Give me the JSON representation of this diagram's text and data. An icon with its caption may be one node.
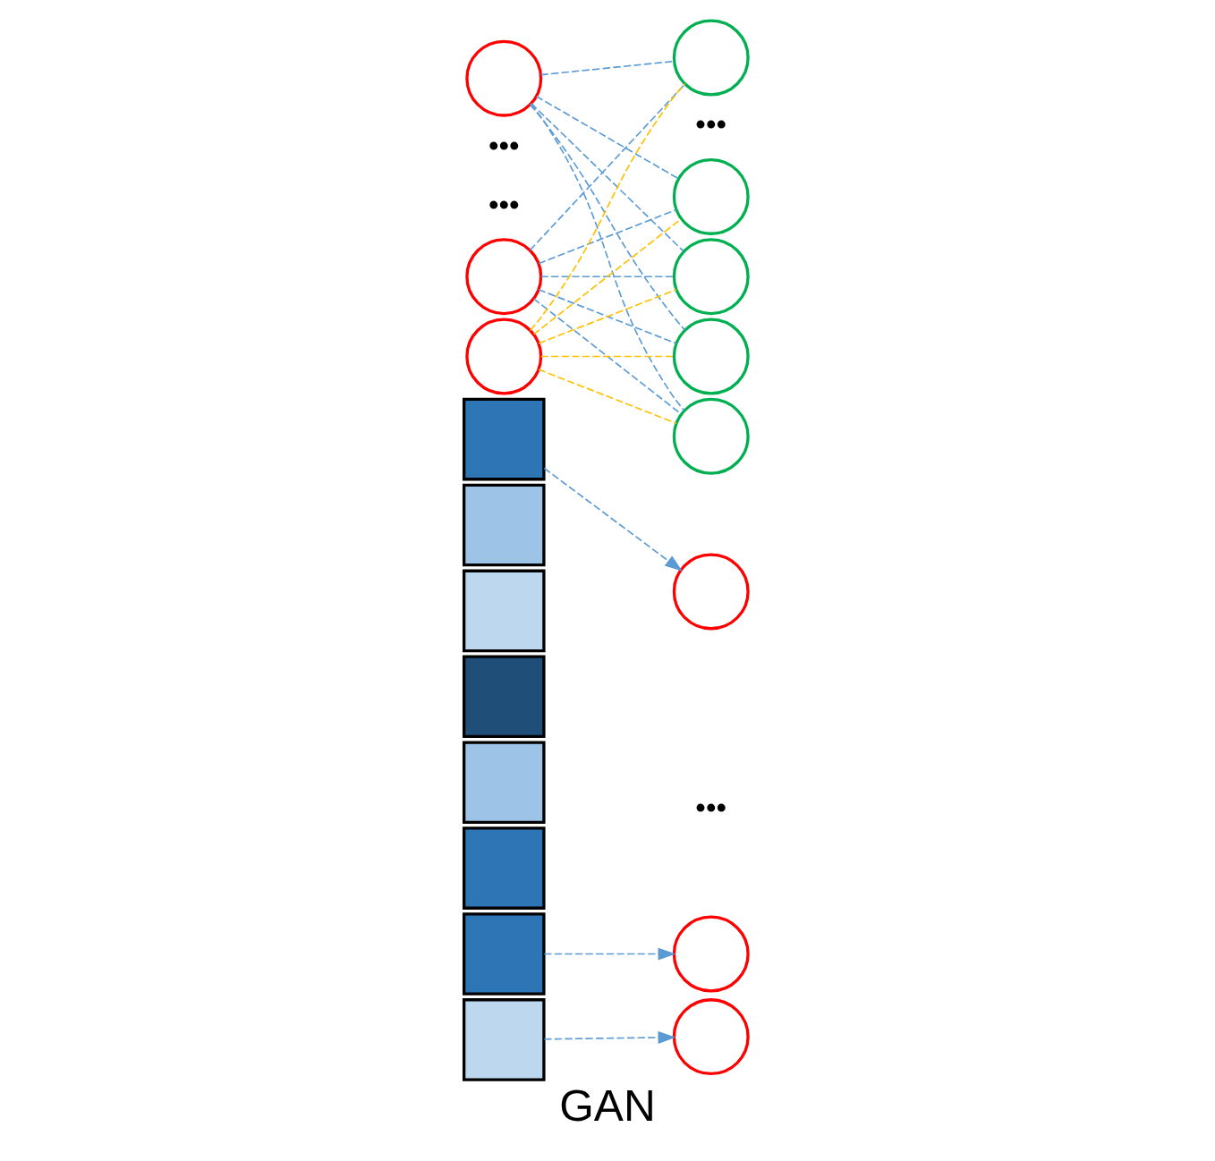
{
  "diagram": {
    "caption": "GAN",
    "nodes": [
      {
        "text": [],
        "shape": "box"
      },
      {
        "text": [],
        "shape": "box"
      },
      {
        "text": [],
        "shape": "box"
      },
      {
        "text": [],
        "shape": "box"
      },
      {
        "text": [],
        "shape": "box"
      },
      {
        "text": [],
        "shape": "box"
      },
      {
        "text": [],
        "shape": "box"
      },
      {
        "text": [],
        "shape": "box"
      },
      {
        "text": [],
        "shape": "circle"
      },
      {
        "text": [],
        "shape": "circle"
      },
      {
        "text": [],
        "shape": "circle"
      },
      {
        "text": [],
        "shape": "circle"
      },
      {
        "text": [],
        "shape": "circle"
      },
      {
        "text": [],
        "shape": "circle"
      },
      {
        "text": [],
        "shape": "circle"
      },
      {
        "text": [],
        "shape": "circle"
      },
      {
        "text": [],
        "shape": "circle"
      },
      {
        "text": [],
        "shape": "circle"
      },
      {
        "text": [],
        "shape": "circle"
      }
    ],
    "edges": [
      {
        "from": 0,
        "to": 8,
        "arrow": "to",
        "style": "dashed"
      },
      {
        "from": 6,
        "to": 9,
        "arrow": "to",
        "style": "dashed"
      },
      {
        "from": 7,
        "to": 10,
        "arrow": "to",
        "style": "dashed"
      },
      {
        "from": 11,
        "to": 14,
        "arrow": "none",
        "style": "dashed"
      },
      {
        "from": 11,
        "to": 15,
        "arrow": "none",
        "style": "dashed"
      },
      {
        "from": 11,
        "to": 16,
        "arrow": "none",
        "style": "dashed"
      },
      {
        "from": 11,
        "to": 17,
        "arrow": "none",
        "style": "dashed"
      },
      {
        "from": 11,
        "to": 18,
        "arrow": "none",
        "style": "dashed"
      },
      {
        "from": 12,
        "to": 14,
        "arrow": "none",
        "style": "dashed"
      },
      {
        "from": 12,
        "to": 15,
        "arrow": "none",
        "style": "dashed"
      },
      {
        "from": 12,
        "to": 16,
        "arrow": "none",
        "style": "dashed"
      },
      {
        "from": 12,
        "to": 17,
        "arrow": "none",
        "style": "dashed"
      },
      {
        "from": 12,
        "to": 18,
        "arrow": "none",
        "style": "dashed"
      },
      {
        "from": 13,
        "to": 14,
        "arrow": "none",
        "style": "dashed",
        "color": "#ffc000"
      },
      {
        "from": 13,
        "to": 15,
        "arrow": "none",
        "style": "dashed",
        "color": "#ffc000"
      },
      {
        "from": 13,
        "to": 16,
        "arrow": "none",
        "style": "dashed",
        "color": "#ffc000"
      },
      {
        "from": 13,
        "to": 17,
        "arrow": "none",
        "style": "dashed",
        "color": "#ffc000"
      },
      {
        "from": 13,
        "to": 18,
        "arrow": "none",
        "style": "dashed",
        "color": "#ffc000"
      }
    ],
    "labels": [
      "•••",
      "•••",
      "•••",
      "•••"
    ]
  }
}
